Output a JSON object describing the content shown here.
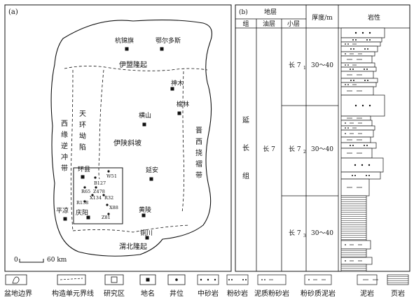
{
  "map": {
    "panel_label": "(a)",
    "regions": {
      "yimeng": "伊盟隆起",
      "yishan": "伊陕斜坡",
      "tianhuan": "天环坳陷",
      "xiyuan": "西缘逆冲带",
      "jinxi": "晋西挠褶带",
      "weibei": "渭北隆起"
    },
    "places": [
      "杭锦旗",
      "鄂尔多斯",
      "神木",
      "榆林",
      "横山",
      "延安",
      "黄陵",
      "铜川",
      "平凉",
      "环县",
      "庆阳"
    ],
    "wells": [
      "W51",
      "B127",
      "R65",
      "Z478",
      "X134",
      "R32",
      "R138",
      "X88",
      "Z81"
    ],
    "scale": {
      "zero": "0",
      "value": "60 km"
    }
  },
  "column": {
    "panel_label": "(b)",
    "header_strata": "地层",
    "header_group": "组",
    "header_oil": "油层",
    "header_sub": "小层",
    "header_thickness": "厚度/m",
    "header_lith": "岩性",
    "formation_chars": [
      "延",
      "长",
      "组"
    ],
    "oil_layer": "长 7",
    "sublayers": [
      {
        "name": "长 7",
        "sub": "1",
        "thickness": "30～40"
      },
      {
        "name": "长 7",
        "sub": "2",
        "thickness": "30～40"
      },
      {
        "name": "长 7",
        "sub": "3",
        "thickness": "30～40"
      }
    ]
  },
  "legend": [
    "盆地边界",
    "构造单元界线",
    "研究区",
    "地名",
    "井位",
    "中砂岩",
    "粉砂岩",
    "泥质粉砂岩",
    "粉砂质泥岩",
    "泥岩",
    "页岩"
  ]
}
